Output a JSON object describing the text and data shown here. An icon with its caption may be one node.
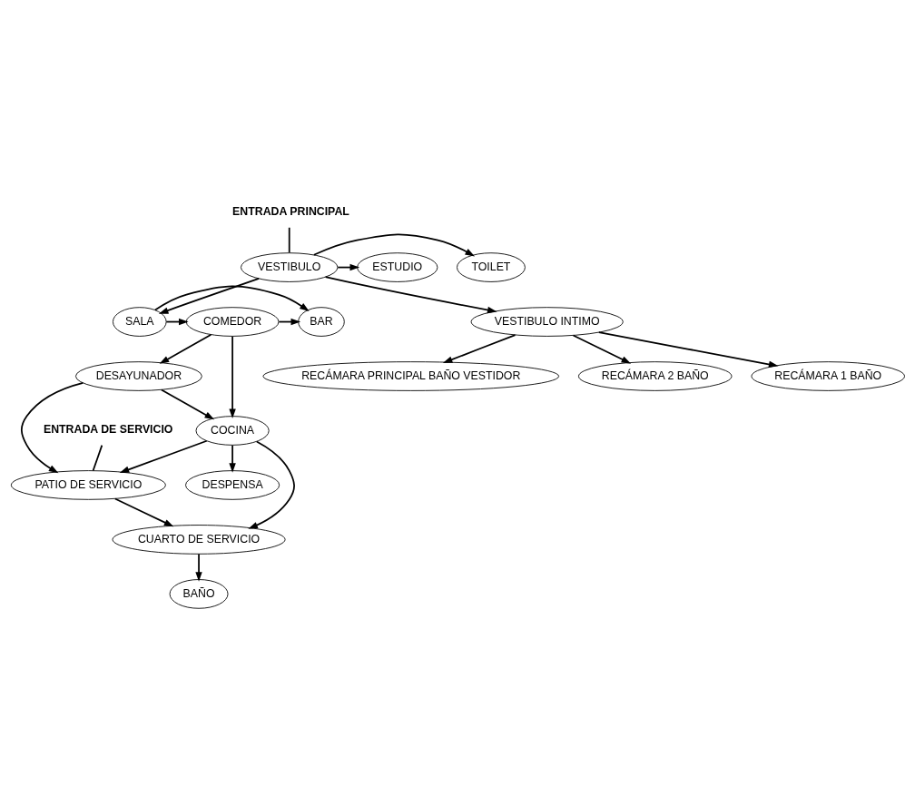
{
  "diagram": {
    "nodes": [
      {
        "text": [
          "ENTRADA PRINCIPAL"
        ]
      },
      {
        "text": [
          "VESTIBULO"
        ]
      },
      {
        "text": [
          "ESTUDIO"
        ]
      },
      {
        "text": [
          "TOILET"
        ]
      },
      {
        "text": [
          "SALA"
        ]
      },
      {
        "text": [
          "BAR"
        ]
      },
      {
        "text": [
          "COMEDOR"
        ]
      },
      {
        "text": [
          "VESTIBULO INTIMO"
        ]
      },
      {
        "text": [
          "RECÁMARA 2 BAÑO"
        ]
      },
      {
        "text": [
          "RECÁMARA 1 BAÑO"
        ]
      },
      {
        "text": [
          "RECÁMARA PRINCIPAL BAÑO VESTIDOR"
        ]
      },
      {
        "text": [
          "ENTRADA DE SERVICIO"
        ]
      },
      {
        "text": [
          "PATIO DE SERVICIO"
        ]
      },
      {
        "text": [
          "CUARTO DE SERVICIO"
        ]
      },
      {
        "text": [
          "DESAYUNADOR"
        ]
      },
      {
        "text": [
          "BAÑO"
        ]
      },
      {
        "text": [
          "COCINA"
        ]
      },
      {
        "text": [
          "DESPENSA"
        ]
      }
    ],
    "edges": [
      {
        "from": 0,
        "to": 1,
        "arrow": "none"
      },
      {
        "from": 1,
        "to": 2,
        "arrow": "to"
      },
      {
        "from": 1,
        "to": 3,
        "arrow": "to"
      },
      {
        "from": 1,
        "to": 4,
        "arrow": "to"
      },
      {
        "from": 1,
        "to": 7,
        "arrow": "to"
      },
      {
        "from": 4,
        "to": 5,
        "arrow": "to"
      },
      {
        "from": 4,
        "to": 6,
        "arrow": "to"
      },
      {
        "from": 6,
        "to": 5,
        "arrow": "to"
      },
      {
        "from": 6,
        "to": 14,
        "arrow": "to"
      },
      {
        "from": 6,
        "to": 16,
        "arrow": "to"
      },
      {
        "from": 7,
        "to": 8,
        "arrow": "to"
      },
      {
        "from": 7,
        "to": 9,
        "arrow": "to"
      },
      {
        "from": 7,
        "to": 10,
        "arrow": "to"
      },
      {
        "from": 11,
        "to": 12,
        "arrow": "none"
      },
      {
        "from": 14,
        "to": 12,
        "arrow": "to"
      },
      {
        "from": 12,
        "to": 13,
        "arrow": "to"
      },
      {
        "from": 13,
        "to": 15,
        "arrow": "to"
      },
      {
        "from": 14,
        "to": 16,
        "arrow": "to"
      },
      {
        "from": 16,
        "to": 13,
        "arrow": "to"
      },
      {
        "from": 16,
        "to": 12,
        "arrow": "to"
      },
      {
        "from": 16,
        "to": 17,
        "arrow": "to"
      }
    ]
  }
}
